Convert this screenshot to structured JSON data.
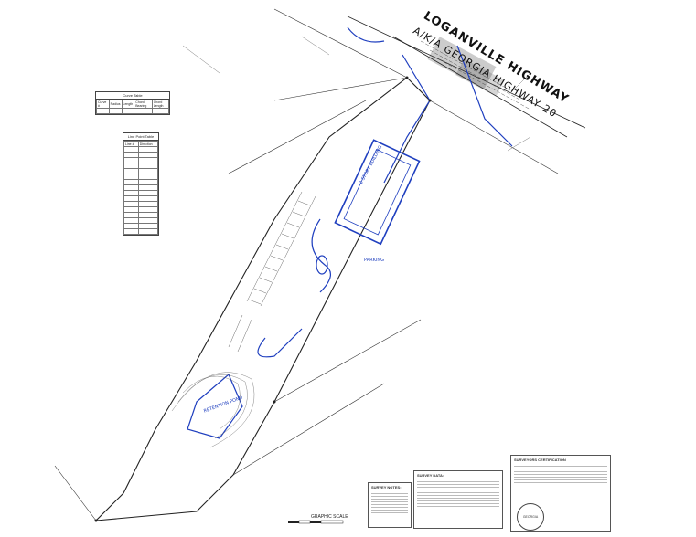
{
  "highway": {
    "name_line1": "LOGANVILLE HIGHWAY",
    "name_line2": "A/K/A GEORGIA HIGHWAY 20"
  },
  "curve_table": {
    "title": "Curve Table",
    "headers": [
      "Curve #",
      "Radius",
      "Length",
      "Chord Bearing",
      "Chord Length"
    ]
  },
  "line_table": {
    "title": "Line Point Table",
    "headers": [
      "Line #",
      "Direction"
    ],
    "row_count": 16
  },
  "surveyor_certification": {
    "title": "SURVEYORS CERTIFICATION"
  },
  "survey_notes": {
    "title": "SURVEY NOTES:"
  },
  "survey_data": {
    "title": "SURVEY DATA:"
  },
  "seal": {
    "text": "GEORGIA"
  },
  "graphic_scale": {
    "label": "GRAPHIC SCALE"
  },
  "annotations": {
    "note_building": "2 STORY BUILDING",
    "note_parking": "PARKING",
    "note_retention": "RETENTION POND"
  },
  "colors": {
    "ink": "#222222",
    "markup_blue": "#1f3fbf",
    "paper": "#ffffff"
  }
}
